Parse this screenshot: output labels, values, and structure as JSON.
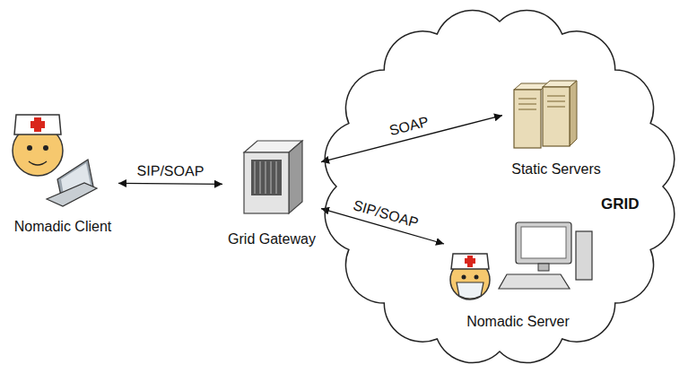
{
  "diagram": {
    "nodes": [
      {
        "text": [
          "Nomadic Client"
        ]
      },
      {
        "text": [
          "Grid Gateway"
        ]
      },
      {
        "text": [
          "GRID"
        ]
      },
      {
        "text": [
          "Static Servers"
        ],
        "in": 2
      },
      {
        "text": [
          "Nomadic Server"
        ],
        "in": 2
      }
    ],
    "edges": [
      {
        "from": 0,
        "to": 1,
        "label": "SIP/SOAP",
        "arrow": "both"
      },
      {
        "from": 1,
        "to": 3,
        "label": "SOAP",
        "arrow": "both"
      },
      {
        "from": 1,
        "to": 4,
        "label": "SIP/SOAP",
        "arrow": "both"
      }
    ]
  }
}
